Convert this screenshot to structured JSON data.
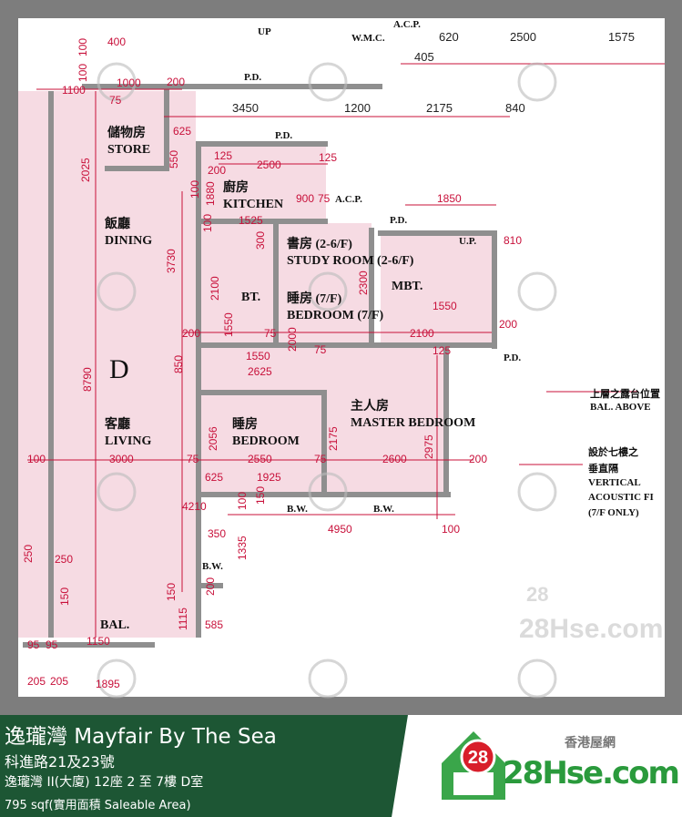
{
  "plan": {
    "unit_label": "D",
    "rooms": [
      {
        "cn": "儲物房",
        "en": "STORE"
      },
      {
        "cn": "廚房",
        "en": "KITCHEN"
      },
      {
        "cn": "飯廳",
        "en": "DINING"
      },
      {
        "cn": "客廳",
        "en": "LIVING"
      },
      {
        "cn": "書房 (2-6/F)",
        "en": "STUDY ROOM (2-6/F)"
      },
      {
        "cn": "睡房 (7/F)",
        "en": "BEDROOM (7/F)"
      },
      {
        "cn": "",
        "en": "BT."
      },
      {
        "cn": "",
        "en": "MBT."
      },
      {
        "cn": "睡房",
        "en": "BEDROOM"
      },
      {
        "cn": "主人房",
        "en": "MASTER BEDROOM"
      },
      {
        "cn": "",
        "en": "BAL."
      }
    ],
    "labels": [
      "UP",
      "W.M.C.",
      "A.C.P.",
      "P.D.",
      "P.D.",
      "A.C.P.",
      "P.D.",
      "U.P.",
      "P.D.",
      "B.W.",
      "B.W.",
      "B.W."
    ],
    "notes": [
      "上層之露台位置",
      "BAL. ABOVE",
      "設於七樓之",
      "垂直隔",
      "VERTICAL",
      "ACOUSTIC FI",
      "(7/F ONLY)"
    ],
    "top_dims": [
      "620",
      "2500",
      "1575",
      "405",
      "3450",
      "1200",
      "2175",
      "840"
    ],
    "dims": [
      "400",
      "100",
      "100",
      "1100",
      "1000",
      "200",
      "75",
      "2025",
      "625",
      "125",
      "550",
      "200",
      "2500",
      "125",
      "100",
      "1880",
      "900",
      "75",
      "1525",
      "300",
      "100",
      "1850",
      "810",
      "3730",
      "2100",
      "2300",
      "1550",
      "1550",
      "200",
      "1550",
      "75",
      "2000",
      "75",
      "2100",
      "200",
      "125",
      "8790",
      "850",
      "2625",
      "2056",
      "2175",
      "2975",
      "100",
      "3000",
      "75",
      "2550",
      "75",
      "2600",
      "200",
      "625",
      "1925",
      "150",
      "100",
      "4950",
      "100",
      "4210",
      "350",
      "1335",
      "200",
      "150",
      "250",
      "250",
      "1150",
      "150",
      "1115",
      "585",
      "95",
      "95",
      "205",
      "205",
      "1895"
    ],
    "watermark": "28Hse.com",
    "watermark_badge": "28"
  },
  "footer": {
    "title": "逸瓏灣 Mayfair By The Sea",
    "address": "科進路21及23號",
    "unit": "逸瓏灣 II(大廈) 12座 2 至 7樓 D室",
    "area": "795 sqf(實用面積 Saleable Area)",
    "brand_cn": "香港屋網",
    "brand": "28Hse.com",
    "badge": "28",
    "colors": {
      "panel": "#1d5634",
      "brand": "#2a9a3c",
      "badge": "#d81e2a"
    }
  }
}
